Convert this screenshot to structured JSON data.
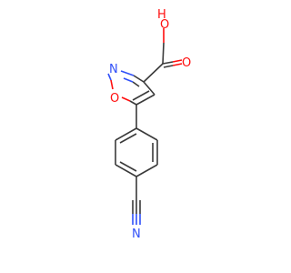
{
  "molecule": {
    "atoms": {
      "hydroxyl_h": {
        "label": "H",
        "color": "#ff0d0d"
      },
      "hydroxyl_o": {
        "label": "O",
        "color": "#ff0d0d"
      },
      "carbonyl_o": {
        "label": "O",
        "color": "#ff0d0d"
      },
      "ring_n": {
        "label": "N",
        "color": "#3050f8"
      },
      "ring_o": {
        "label": "O",
        "color": "#ff0d0d"
      },
      "nitrile_n": {
        "label": "N",
        "color": "#3050f8"
      }
    },
    "colors": {
      "carbon_bond": "#3a3a3a",
      "oxygen": "#ff0d0d",
      "nitrogen": "#3050f8",
      "background": "#ffffff"
    }
  }
}
